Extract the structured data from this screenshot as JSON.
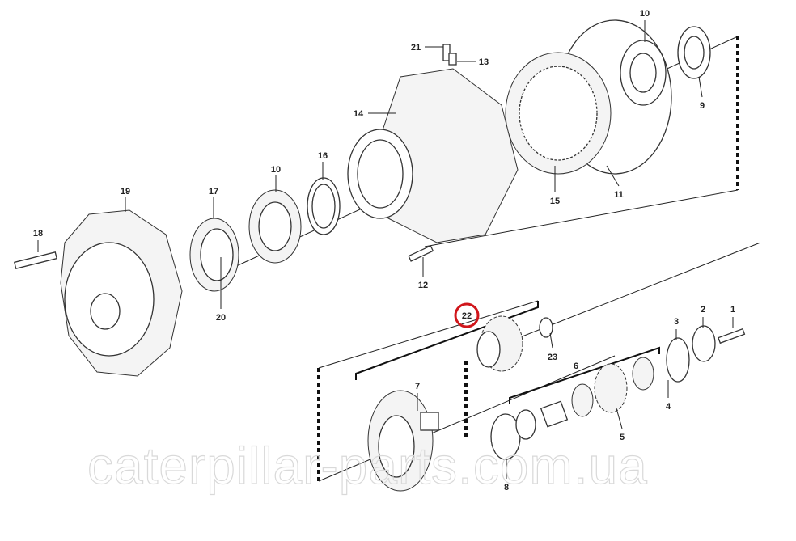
{
  "diagram": {
    "part_labels": {
      "p1": "1",
      "p2": "2",
      "p3": "3",
      "p4": "4",
      "p5": "5",
      "p6": "6",
      "p7": "7",
      "p8": "8",
      "p9": "9",
      "p10a": "10",
      "p10b": "10",
      "p11": "11",
      "p12": "12",
      "p13": "13",
      "p14": "14",
      "p15": "15",
      "p16": "16",
      "p17": "17",
      "p18": "18",
      "p19": "19",
      "p20": "20",
      "p21": "21",
      "p22": "22",
      "p23": "23"
    },
    "highlighted_part": "22",
    "highlight_color": "#d0161b",
    "watermark": "caterpillar-parts.com.ua"
  }
}
